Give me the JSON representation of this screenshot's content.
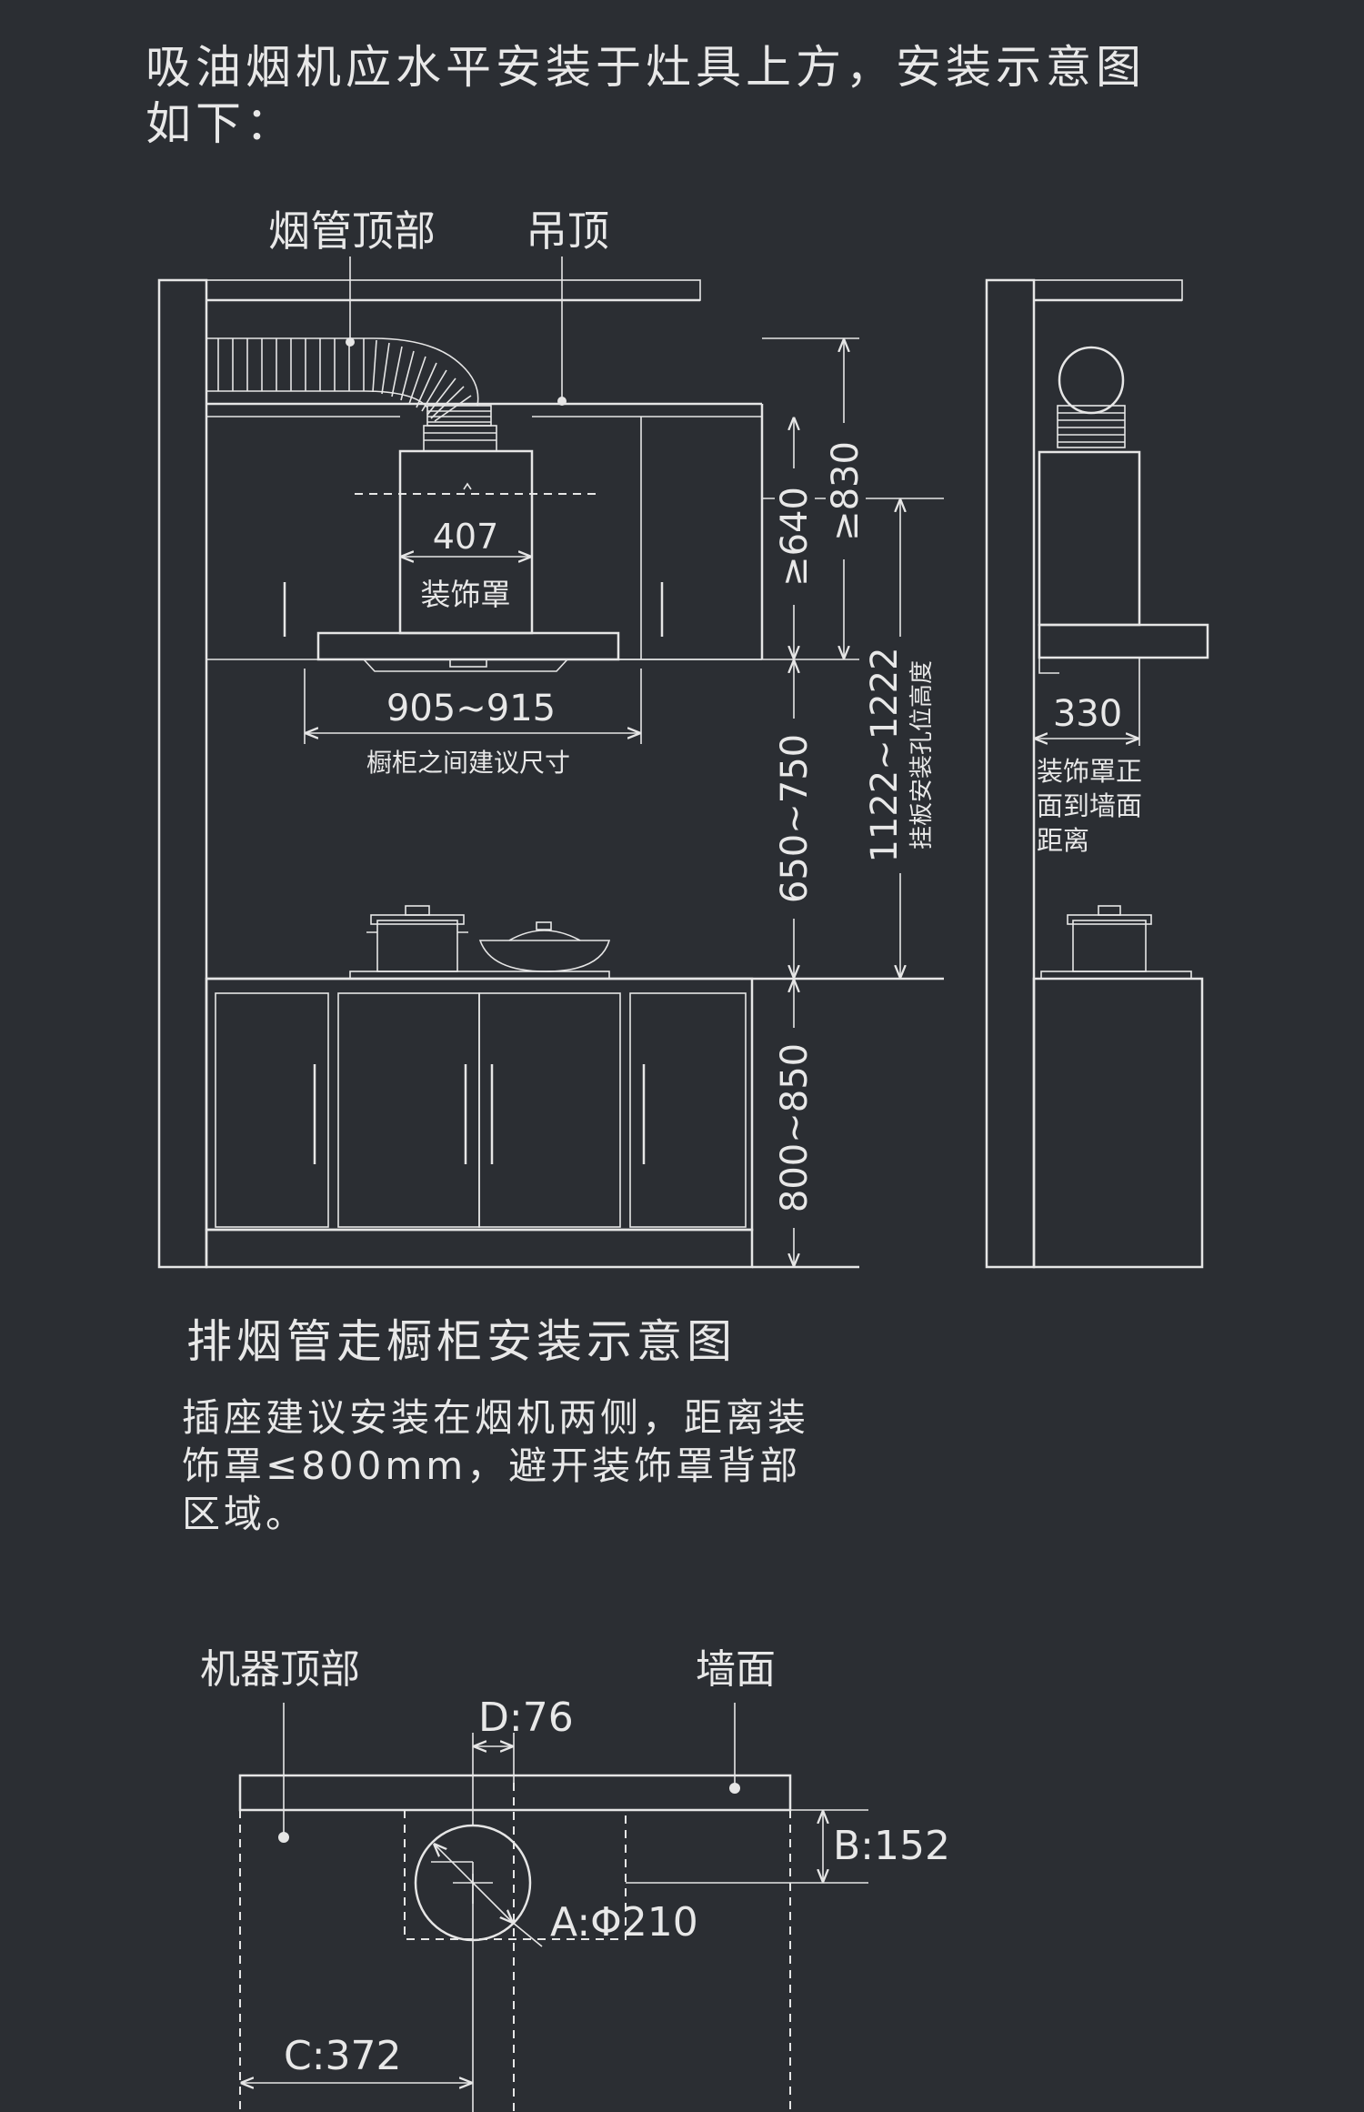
{
  "intro": {
    "line1": "吸油烟机应水平安装于灶具上方，安装示意图",
    "line2": "如下："
  },
  "diagram1": {
    "label_duct_top": "烟管顶部",
    "label_ceiling": "吊顶",
    "dim_hood_width": "407",
    "label_hood_cover": "装饰罩",
    "dim_cabinet_gap": "905~915",
    "label_cabinet_gap": "橱柜之间建议尺寸",
    "dim_640": "≥640",
    "dim_830": "≥830",
    "dim_650_750": "650~750",
    "dim_1122_1222": "1122~1222",
    "label_mount_height": "挂板安装孔位高度",
    "dim_800_850": "800~850",
    "dim_330": "330",
    "label_cover_to_wall_1": "装饰罩正",
    "label_cover_to_wall_2": "面到墙面",
    "label_cover_to_wall_3": "距离"
  },
  "caption": "排烟管走橱柜安装示意图",
  "note": {
    "line1": "插座建议安装在烟机两侧，距离装",
    "line2": "饰罩≤800mm，避开装饰罩背部",
    "line3": "区域。"
  },
  "diagram2": {
    "label_machine_top": "机器顶部",
    "label_wall": "墙面",
    "dim_d": "D:76",
    "dim_b": "B:152",
    "dim_a": "A:Φ210",
    "dim_c": "C:372"
  },
  "colors": {
    "background": "#2b2e33",
    "line": "#e6e6e6"
  }
}
